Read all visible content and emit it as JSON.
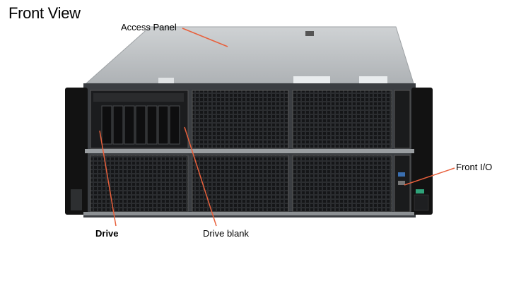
{
  "title": "Front View",
  "callouts": {
    "access_panel": "Access Panel",
    "front_io": "Front I/O",
    "drive": "Drive",
    "drive_blank": "Drive blank"
  },
  "colors": {
    "callout_line": "#e8603c",
    "chassis_top": "#bfc3c6",
    "bezel": "#121212",
    "mesh": "#2a2c2e",
    "frame": "#3b3e42",
    "accent": "#2fa37a"
  }
}
